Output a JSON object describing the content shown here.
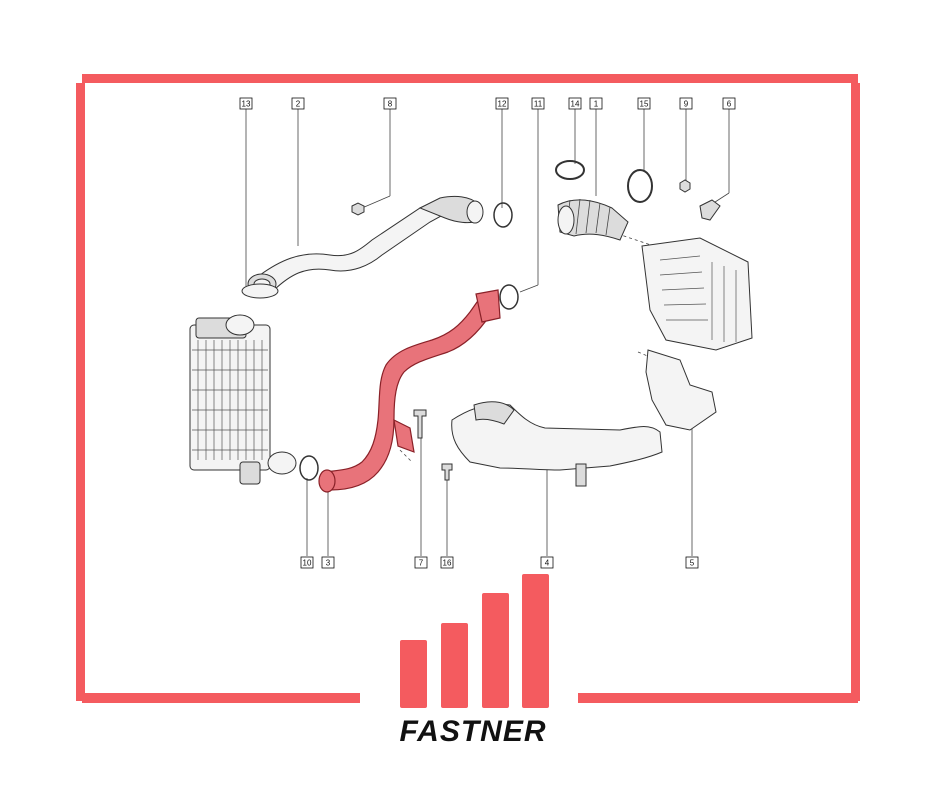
{
  "brand": {
    "name": "FASTNER",
    "accent": "#f45b5f"
  },
  "callouts": [
    {
      "label": "13"
    },
    {
      "label": "2"
    },
    {
      "label": "8"
    },
    {
      "label": "12"
    },
    {
      "label": "11"
    },
    {
      "label": "14"
    },
    {
      "label": "1"
    },
    {
      "label": "15"
    },
    {
      "label": "9"
    },
    {
      "label": "6"
    },
    {
      "label": "10"
    },
    {
      "label": "3"
    },
    {
      "label": "7"
    },
    {
      "label": "16"
    },
    {
      "label": "4"
    },
    {
      "label": "5"
    }
  ],
  "highlight_part": "3",
  "colors": {
    "highlight": "#e8737a",
    "frame": "#f45b5f",
    "line": "#444444"
  }
}
